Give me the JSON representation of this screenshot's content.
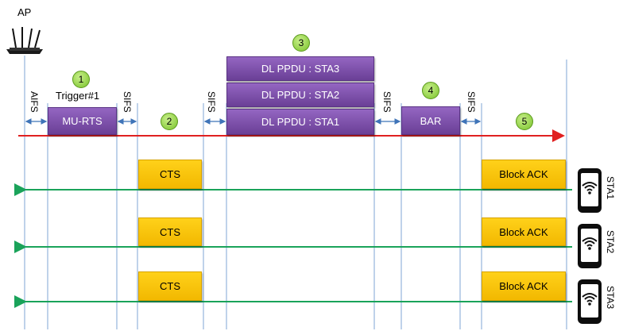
{
  "ap_label": "AP",
  "trigger_label": "Trigger#1",
  "gaps": {
    "aifs": "AIFS",
    "sifs": "SIFS"
  },
  "frames": {
    "mu_rts": "MU-RTS",
    "dl_ppdu_sta3": "DL PPDU : STA3",
    "dl_ppdu_sta2": "DL PPDU : STA2",
    "dl_ppdu_sta1": "DL PPDU : STA1",
    "bar": "BAR",
    "cts": "CTS",
    "block_ack": "Block ACK"
  },
  "steps": [
    "1",
    "2",
    "3",
    "4",
    "5"
  ],
  "stations": [
    "STA1",
    "STA2",
    "STA3"
  ],
  "icons": {
    "ap": "router-icon",
    "station": "smartphone-wifi-icon"
  },
  "colors": {
    "downlink_arrow": "#e02020",
    "uplink_arrow": "#1aa35a",
    "timing_line": "#6f9bd1",
    "frame_purple": "#7b4fa8",
    "frame_yellow": "#ffc000",
    "step_badge": "#92d050"
  }
}
